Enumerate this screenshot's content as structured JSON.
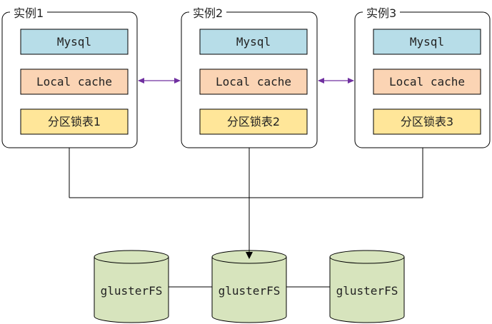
{
  "instances": [
    {
      "title": "实例1",
      "db": "Mysql",
      "cache": "Local cache",
      "lock": "分区锁表1"
    },
    {
      "title": "实例2",
      "db": "Mysql",
      "cache": "Local cache",
      "lock": "分区锁表2"
    },
    {
      "title": "实例3",
      "db": "Mysql",
      "cache": "Local cache",
      "lock": "分区锁表3"
    }
  ],
  "storage": [
    {
      "label": "glusterFS"
    },
    {
      "label": "glusterFS"
    },
    {
      "label": "glusterFS"
    }
  ],
  "colors": {
    "mysql_fill": "#b7dde8",
    "cache_fill": "#fbd4b4",
    "lock_fill": "#ffe699",
    "cylinder_fill": "#d7e4bd",
    "bidirectional_arrow": "#7030a0",
    "line": "#000000"
  }
}
